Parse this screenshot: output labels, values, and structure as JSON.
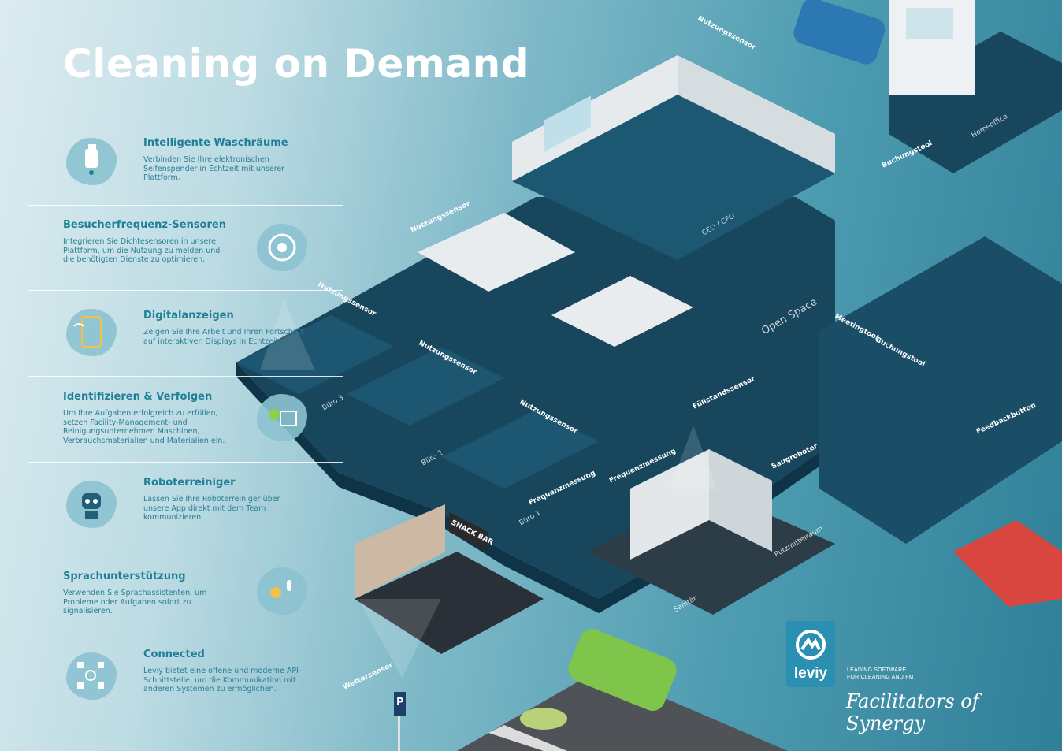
{
  "title": "Cleaning on Demand",
  "features": [
    {
      "heading": "Intelligente Waschräume",
      "text": "Verbinden Sie Ihre elektronischen Seifenspender in Echtzeit mit unserer Plattform.",
      "icon": "soap-dispenser-icon"
    },
    {
      "heading": "Besucherfrequenz-Sensoren",
      "text": "Integrieren Sie Dichtesensoren in unsere Plattform, um die Nutzung zu melden und die benötigten Dienste zu optimieren.",
      "icon": "sensor-icon"
    },
    {
      "heading": "Digitalanzeigen",
      "text": "Zeigen Sie Ihre Arbeit und Ihren Fortschritt auf interaktiven Displays in Echtzeit.",
      "icon": "tablet-icon"
    },
    {
      "heading": "Identifizieren & Verfolgen",
      "text": "Um Ihre Aufgaben erfolgreich zu erfüllen, setzen Facility-Management- und Reinigungsunternehmen Maschinen, Verbrauchsmaterialien und Materialien ein.",
      "icon": "location-tracking-icon"
    },
    {
      "heading": "Roboterreiniger",
      "text": "Lassen Sie Ihre Roboterreiniger über unsere App direkt mit dem Team kommunizieren.",
      "icon": "robot-icon"
    },
    {
      "heading": "Sprachunterstützung",
      "text": "Verwenden Sie Sprachassistenten, um Probleme oder Aufgaben sofort zu signalisieren.",
      "icon": "voice-assistant-icon"
    },
    {
      "heading": "Connected",
      "text": "Leviy bietet eine offene und moderne API-Schnittstelle, um die Kommunikation mit anderen Systemen zu ermöglichen.",
      "icon": "network-icon"
    }
  ],
  "map_labels": {
    "nutzungssensor": "Nutzungssensor",
    "ceo_cfo": "CEO / CFO",
    "open_space": "Open Space",
    "buero3": "Büro 3",
    "buero2": "Büro 2",
    "buero1": "Büro 1",
    "meetingtool": "Meetingtool",
    "buchungstool": "Buchungstool",
    "homeoffice": "Homeoffice",
    "fuellstandssensor": "Füllstandssensor",
    "frequenzmessung": "Frequenzmessung",
    "saugroboter": "Saugroboter",
    "feedbackbutton": "Feedbackbutton",
    "putzmittelraum": "Putzmittelraum",
    "sanitaer": "Sanitär",
    "snack_bar": "SNACK BAR",
    "wettersensor": "Wettersensor",
    "parking": "P"
  },
  "brand": {
    "name": "leviy",
    "tagline_line1": "LEADING SOFTWARE",
    "tagline_line2": "FOR CLEANING AND FM",
    "signature": "Facilitators of Synergy",
    "color": "#2a8fb0"
  },
  "colors": {
    "floor_dark": "#16465e",
    "floor_mid": "#1d5670",
    "wall": "#e8ecef",
    "accent": "#1f7f97"
  }
}
